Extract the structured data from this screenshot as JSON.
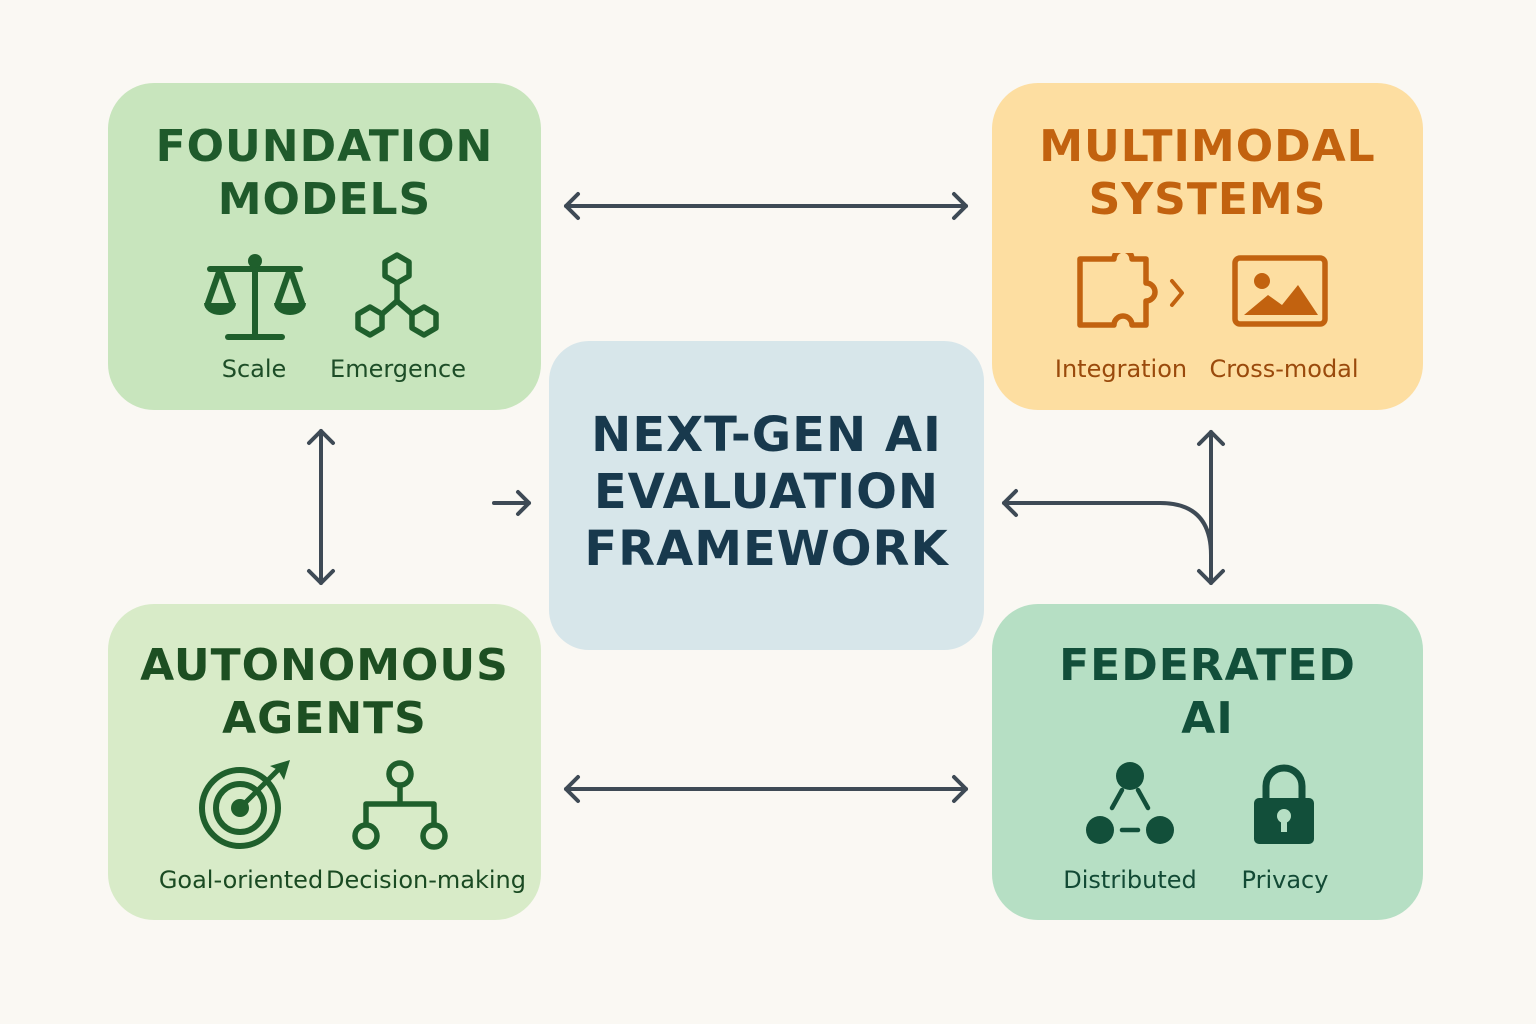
{
  "center": {
    "title_line1": "NEXT-GEN AI",
    "title_line2": "EVALUATION",
    "title_line3": "FRAMEWORK"
  },
  "foundation": {
    "title_line1": "FOUNDATION",
    "title_line2": "MODELS",
    "items": [
      {
        "label": "Scale",
        "icon": "balance-scale-icon"
      },
      {
        "label": "Emergence",
        "icon": "hexagon-network-icon"
      }
    ]
  },
  "multimodal": {
    "title_line1": "MULTIMODAL",
    "title_line2": "SYSTEMS",
    "items": [
      {
        "label": "Integration",
        "icon": "puzzle-piece-icon"
      },
      {
        "label": "Cross-modal",
        "icon": "image-icon"
      }
    ]
  },
  "autonomous": {
    "title_line1": "AUTONOMOUS",
    "title_line2": "AGENTS",
    "items": [
      {
        "label": "Goal-oriented",
        "icon": "target-icon"
      },
      {
        "label": "Decision-making",
        "icon": "decision-tree-icon"
      }
    ]
  },
  "federated": {
    "title_line1": "FEDERATED",
    "title_line2": "AI",
    "items": [
      {
        "label": "Distributed",
        "icon": "distributed-nodes-icon"
      },
      {
        "label": "Privacy",
        "icon": "padlock-icon"
      }
    ]
  },
  "colors": {
    "arrow": "#3e4a55",
    "foundation_bg": "#c8e5bd",
    "multimodal_bg": "#fddea1",
    "autonomous_bg": "#d8ebc8",
    "federated_bg": "#b6dfc4",
    "center_bg": "#d7e6ea"
  }
}
